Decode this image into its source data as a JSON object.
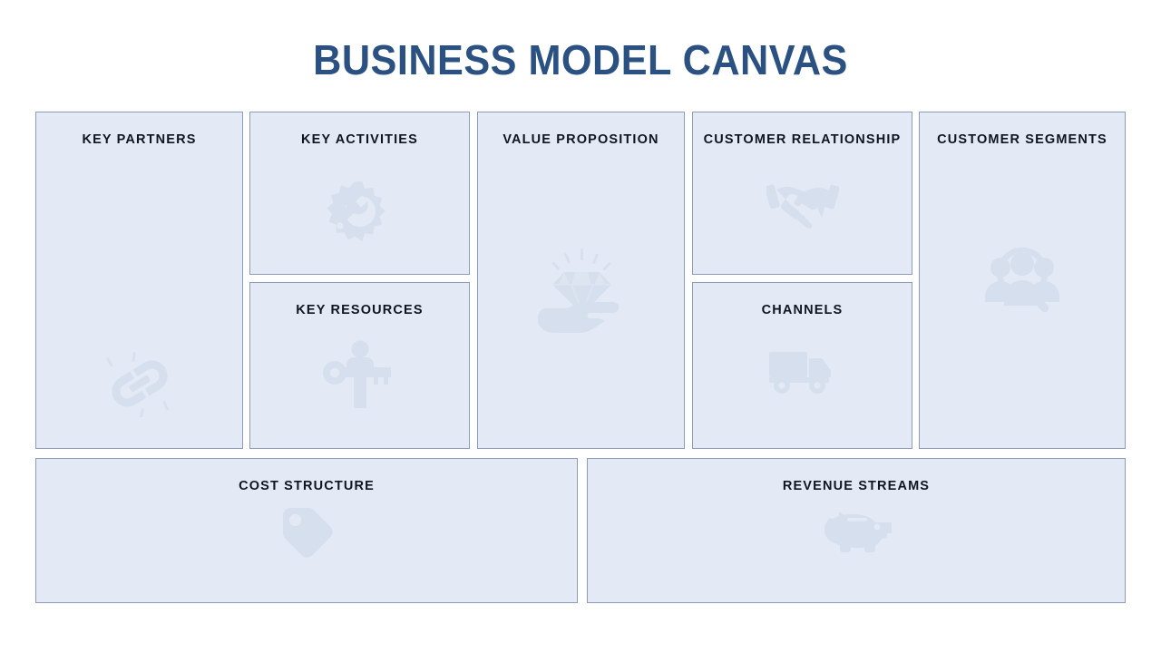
{
  "title": "BUSINESS MODEL CANVAS",
  "theme": {
    "title_color": "#2a5182",
    "card_background": "#e3eaf5",
    "card_border": "#8c9dba",
    "card_title_color": "#10161f",
    "icon_color": "#d6dfee",
    "page_background": "#ffffff"
  },
  "blocks": {
    "key_partners": {
      "title": "KEY PARTNERS",
      "icon": "chain-link-icon"
    },
    "key_activities": {
      "title": "KEY ACTIVITIES",
      "icon": "gear-wrench-icon"
    },
    "key_resources": {
      "title": "KEY RESOURCES",
      "icon": "person-key-icon"
    },
    "value_proposition": {
      "title": "VALUE PROPOSITION",
      "icon": "hand-diamond-icon"
    },
    "customer_relationship": {
      "title": "CUSTOMER RELATIONSHIP",
      "icon": "handshake-icon"
    },
    "channels": {
      "title": "CHANNELS",
      "icon": "delivery-truck-icon"
    },
    "customer_segments": {
      "title": "CUSTOMER SEGMENTS",
      "icon": "people-magnifier-icon"
    },
    "cost_structure": {
      "title": "COST STRUCTURE",
      "icon": "price-tag-icon"
    },
    "revenue_streams": {
      "title": "REVENUE STREAMS",
      "icon": "piggy-bank-icon"
    }
  }
}
